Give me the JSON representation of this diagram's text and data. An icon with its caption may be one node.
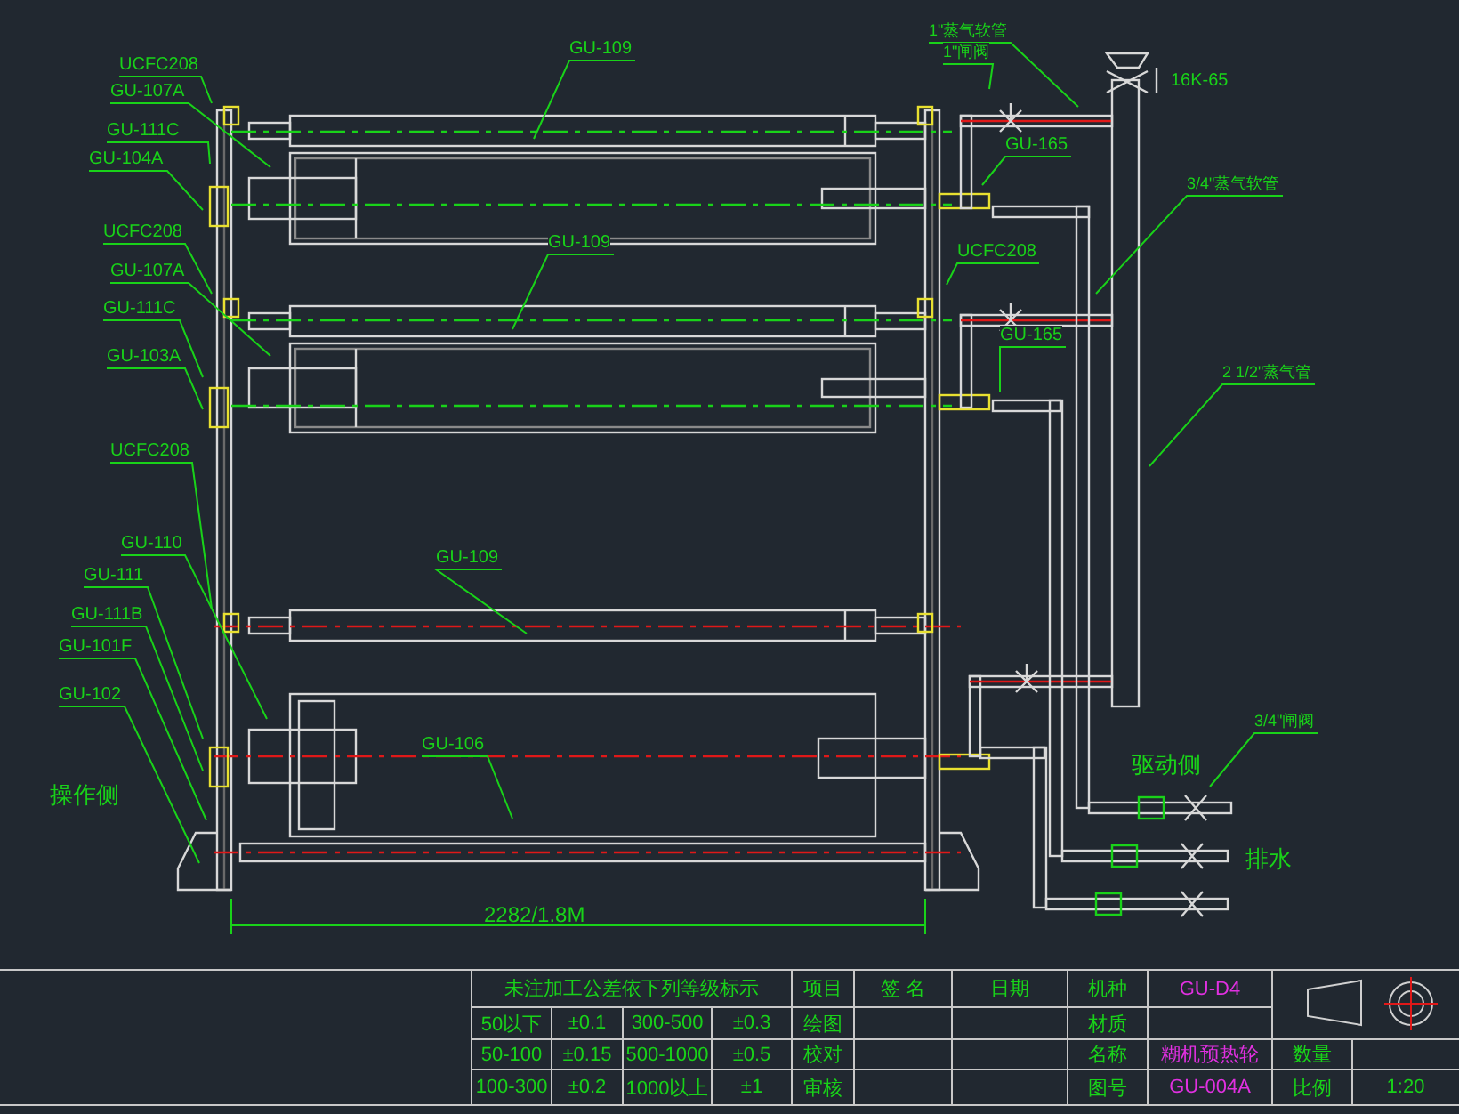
{
  "diagram": {
    "nodes": [
      {
        "text": [
          "UCFC208"
        ]
      },
      {
        "text": [
          "GU-107A"
        ]
      },
      {
        "text": [
          "GU-111C"
        ]
      },
      {
        "text": [
          "GU-104A"
        ]
      },
      {
        "text": [
          "UCFC208"
        ]
      },
      {
        "text": [
          "GU-107A"
        ]
      },
      {
        "text": [
          "GU-111C"
        ]
      },
      {
        "text": [
          "GU-103A"
        ]
      },
      {
        "text": [
          "UCFC208"
        ]
      },
      {
        "text": [
          "GU-110"
        ]
      },
      {
        "text": [
          "GU-111"
        ]
      },
      {
        "text": [
          "GU-111B"
        ]
      },
      {
        "text": [
          "GU-101F"
        ]
      },
      {
        "text": [
          "GU-102"
        ]
      },
      {
        "text": [
          "GU-109"
        ]
      },
      {
        "text": [
          "GU-109"
        ]
      },
      {
        "text": [
          "GU-109"
        ]
      },
      {
        "text": [
          "GU-106"
        ]
      },
      {
        "text": [
          "1\"蒸气软管"
        ]
      },
      {
        "text": [
          "1\"闸阀"
        ]
      },
      {
        "text": [
          "GU-165"
        ]
      },
      {
        "text": [
          "UCFC208"
        ]
      },
      {
        "text": [
          "GU-165"
        ]
      },
      {
        "text": [
          "3/4\"蒸气软管"
        ]
      },
      {
        "text": [
          "2 1/2\"蒸气管"
        ]
      },
      {
        "text": [
          "3/4\"闸阀"
        ]
      }
    ],
    "edges": [
      {
        "from": 0,
        "to": null,
        "arrow": "none"
      },
      {
        "from": 1,
        "to": null,
        "arrow": "none"
      },
      {
        "from": 2,
        "to": null,
        "arrow": "none"
      },
      {
        "from": 3,
        "to": null,
        "arrow": "none"
      },
      {
        "from": 4,
        "to": null,
        "arrow": "none"
      },
      {
        "from": 5,
        "to": null,
        "arrow": "none"
      },
      {
        "from": 6,
        "to": null,
        "arrow": "none"
      },
      {
        "from": 7,
        "to": null,
        "arrow": "none"
      },
      {
        "from": 8,
        "to": null,
        "arrow": "none"
      },
      {
        "from": 9,
        "to": null,
        "arrow": "none"
      },
      {
        "from": 10,
        "to": null,
        "arrow": "none"
      },
      {
        "from": 11,
        "to": null,
        "arrow": "none"
      },
      {
        "from": 12,
        "to": null,
        "arrow": "none"
      },
      {
        "from": 13,
        "to": null,
        "arrow": "none"
      },
      {
        "from": 14,
        "to": null,
        "arrow": "none"
      },
      {
        "from": 15,
        "to": null,
        "arrow": "none"
      },
      {
        "from": 16,
        "to": null,
        "arrow": "none"
      },
      {
        "from": 17,
        "to": null,
        "arrow": "none"
      },
      {
        "from": 18,
        "to": null,
        "arrow": "none"
      },
      {
        "from": 19,
        "to": null,
        "arrow": "none"
      },
      {
        "from": 20,
        "to": null,
        "arrow": "none"
      },
      {
        "from": 21,
        "to": null,
        "arrow": "none"
      },
      {
        "from": 22,
        "to": null,
        "arrow": "none"
      },
      {
        "from": 23,
        "to": null,
        "arrow": "none"
      },
      {
        "from": 24,
        "to": null,
        "arrow": "none"
      },
      {
        "from": 25,
        "to": null,
        "arrow": "none"
      }
    ],
    "labels": [
      "16K-65",
      "操作侧",
      "驱动侧",
      "排水",
      "2282/1.8M",
      "未注加工公差依下列等级标示",
      "项目",
      "签 名",
      "日期",
      "机种",
      "GU-D4",
      "50以下",
      "±0.1",
      "300-500",
      "±0.3",
      "绘图",
      "材质",
      "50-100",
      "±0.15",
      "500-1000",
      "±0.5",
      "校对",
      "名称",
      "糊机预热轮",
      "数量",
      "100-300",
      "±0.2",
      "1000以上",
      "±1",
      "审核",
      "图号",
      "GU-004A",
      "比例",
      "1:20"
    ]
  }
}
